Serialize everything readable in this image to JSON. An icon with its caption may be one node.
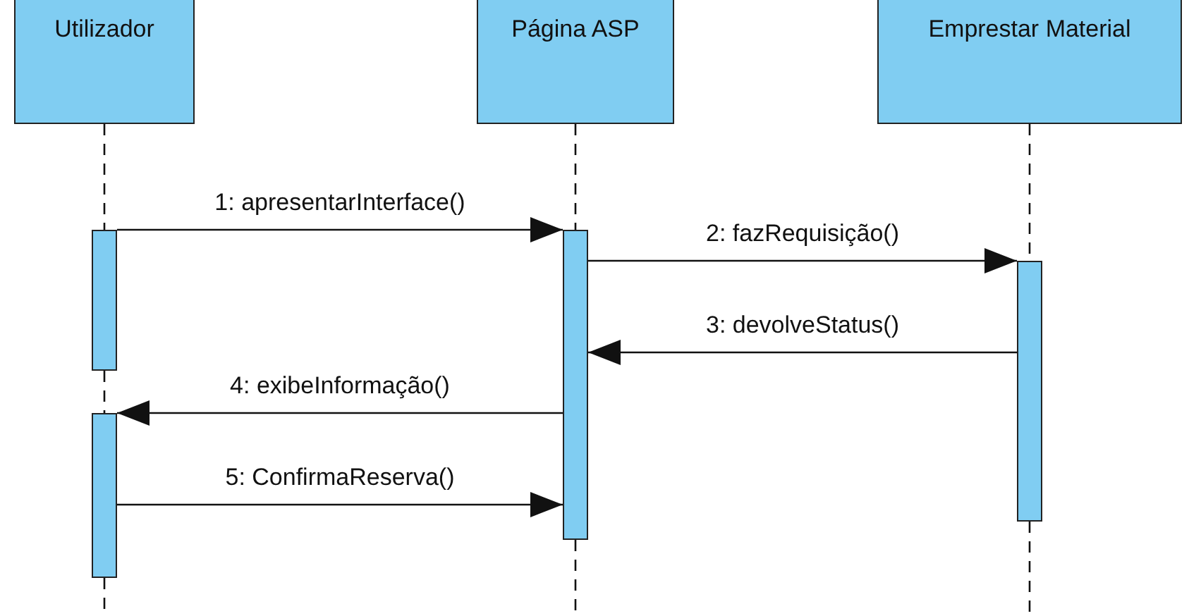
{
  "diagram": {
    "nodes": [
      {
        "text": [
          "Utilizador"
        ]
      },
      {
        "text": [
          "Página ASP"
        ]
      },
      {
        "text": [
          "Emprestar Material"
        ]
      },
      {
        "text": [],
        "shape": "bar"
      },
      {
        "text": [],
        "shape": "bar"
      },
      {
        "text": [],
        "shape": "bar"
      },
      {
        "text": [],
        "shape": "bar"
      }
    ],
    "edges": [
      {
        "from": 0,
        "to": 3,
        "arrow": "none",
        "style": "dashed"
      },
      {
        "from": 3,
        "to": 4,
        "arrow": "none",
        "style": "dashed"
      },
      {
        "from": 4,
        "to": null,
        "arrow": "none",
        "style": "dashed"
      },
      {
        "from": 1,
        "to": 5,
        "arrow": "none",
        "style": "dashed"
      },
      {
        "from": 5,
        "to": null,
        "arrow": "none",
        "style": "dashed"
      },
      {
        "from": 2,
        "to": 6,
        "arrow": "none",
        "style": "dashed"
      },
      {
        "from": 6,
        "to": null,
        "arrow": "none",
        "style": "dashed"
      },
      {
        "from": 3,
        "to": 5,
        "arrow": "to",
        "label": "1: apresentarInterface()"
      },
      {
        "from": 5,
        "to": 6,
        "arrow": "to",
        "label": "2: fazRequisição()"
      },
      {
        "from": 6,
        "to": 5,
        "arrow": "to",
        "label": "3: devolveStatus()"
      },
      {
        "from": 5,
        "to": 4,
        "arrow": "to",
        "label": "4: exibeInformação()"
      },
      {
        "from": 4,
        "to": 5,
        "arrow": "to",
        "label": "5: ConfirmaReserva()"
      }
    ]
  }
}
